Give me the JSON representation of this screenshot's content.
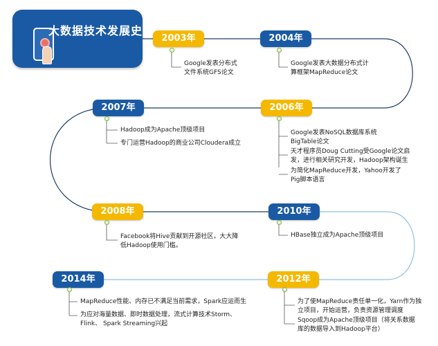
{
  "title": "大数据技术发展史",
  "colors": {
    "blue": "#1a5aa4",
    "gold": "#f5b800",
    "line_dark": "#1a3d66",
    "line_light": "#8dc0e6",
    "knob": "#7cb342"
  },
  "milestones": [
    {
      "year": "2003年",
      "items": [
        "Google发表分布式\n文件系统GFS论文"
      ]
    },
    {
      "year": "2004年",
      "items": [
        "Google发表大数据分布式计\n算框架MapReduce论文"
      ]
    },
    {
      "year": "2006年",
      "items": [
        "Google发表NoSQL数据库系统\nBigTable论文",
        "天才程序员Doug Cutting受Google论文启\n发，进行相关研究开发，Hadoop架构诞生",
        "为简化MapReduce开发，Yahoo开发了\nPig脚本语言"
      ]
    },
    {
      "year": "2007年",
      "items": [
        "Hadoop成为Apache顶级项目",
        "专门运营Hadoop的商业公司Cloudera成立"
      ]
    },
    {
      "year": "2008年",
      "items": [
        "Facebook将Hive贡献到开源社区，大大降\n低Hadoop使用门槛。"
      ]
    },
    {
      "year": "2010年",
      "items": [
        "HBase独立成为Apache顶级项目"
      ]
    },
    {
      "year": "2012年",
      "items": [
        "为了使MapReduce责任单一化，Yarn作为独\n立项目，开始运营，负责资源管理调度",
        "Sqoop成为Apache顶级项目（将关系数据\n库的数据导入到Hadoop平台）"
      ]
    },
    {
      "year": "2014年",
      "items": [
        "MapReduce性能、内存已不满足当前需求，Spark应运而生",
        "为应对海量数据、即时数据处理，流式计算技术Storm、\nFlink、 Spark Streaming兴起"
      ]
    }
  ]
}
